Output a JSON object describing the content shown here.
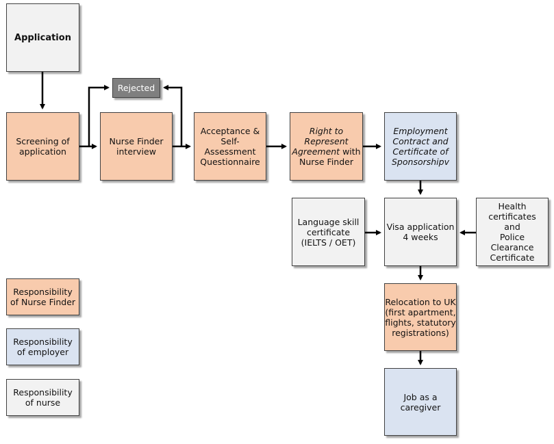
{
  "boxes": {
    "application": "Application",
    "rejected": "Rejected",
    "screening": "Screening of\napplication",
    "interview": "Nurse Finder\ninterview",
    "acceptance": "Acceptance &\nSelf-Assessment\nQuestionnaire",
    "right_italic": "Right to\nRepresent\nAgreement",
    "right_rest": " with\nNurse Finder",
    "employment": "Employment\nContract and\nCertificate of\nSponsorshipv",
    "language": "Language skill\ncertificate\n(IELTS / OET)",
    "visa": "Visa application\n4 weeks",
    "health": "Health\ncertificates\nand\nPolice\nClearance\nCertificate",
    "relocation": "Relocation to UK\n(first apartment,\nflights, statutory\nregistrations)",
    "job": "Job as a\ncaregiver"
  },
  "legend": {
    "nurse_finder": "Responsibility\nof Nurse Finder",
    "employer": "Responsibility\nof employer",
    "nurse": "Responsibility\nof nurse"
  },
  "colors": {
    "nurse_finder": "#f8cbad",
    "employer": "#dae3f1",
    "nurse": "#f2f2f2",
    "rejected": "#7f7f7f"
  }
}
